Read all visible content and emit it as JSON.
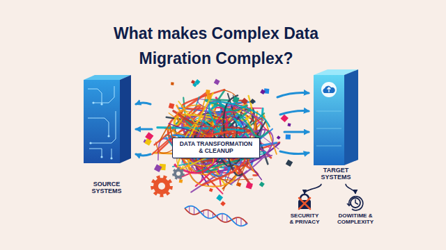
{
  "diagram": {
    "title": "What makes Complex Data Migration Complex?",
    "nodes": [
      {
        "text": [
          "SOURCE SYSTEMS"
        ]
      },
      {
        "text": [
          "DATA TRANSFORMATION & CLEANUP"
        ]
      },
      {
        "text": [
          "TARGET SYSTEMS"
        ]
      },
      {
        "text": [
          "SECURITY & PRIVACY"
        ]
      },
      {
        "text": [
          "DOWITIME & COMPLEXITY"
        ]
      }
    ],
    "edges": [
      {
        "from": 2,
        "to": 3,
        "arrow": "to"
      },
      {
        "from": 2,
        "to": 4,
        "arrow": "to"
      }
    ]
  }
}
